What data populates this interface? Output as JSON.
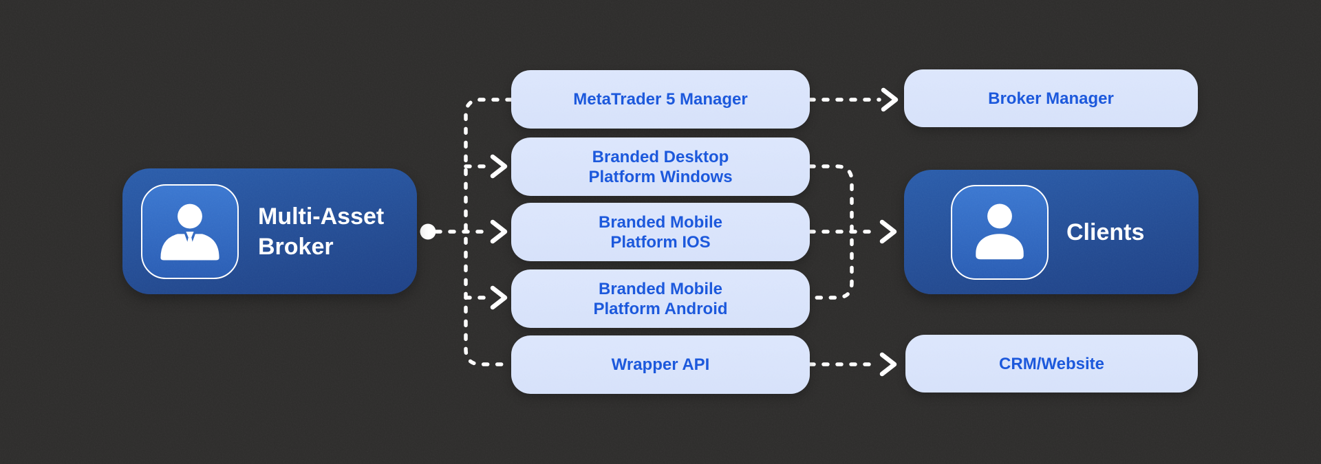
{
  "background_color": "#2e2d2c",
  "colors": {
    "node_dark_blue": "#23498f",
    "icon_tile_blue": "#2f6ac4",
    "node_light_blue": "#d9e4fb",
    "label_blue": "#1a56db",
    "title_white": "#ffffff",
    "connector_white": "#ffffff"
  },
  "nodes": {
    "broker": {
      "lines": [
        "Multi-Asset",
        "Broker"
      ],
      "icon": "person-tie-icon"
    },
    "middle": [
      {
        "lines": [
          "MetaTrader 5 Manager"
        ]
      },
      {
        "lines": [
          "Branded Desktop",
          "Platform Windows"
        ]
      },
      {
        "lines": [
          "Branded Mobile",
          "Platform IOS"
        ]
      },
      {
        "lines": [
          "Branded Mobile",
          "Platform Android"
        ]
      },
      {
        "lines": [
          "Wrapper API"
        ]
      }
    ],
    "right": [
      {
        "label": "Broker Manager"
      },
      {
        "label": "Clients",
        "icon": "person-icon"
      },
      {
        "label": "CRM/Website"
      }
    ]
  }
}
